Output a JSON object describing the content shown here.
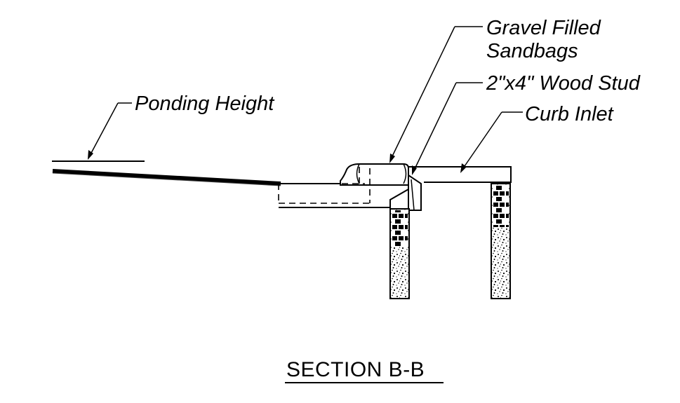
{
  "labels": {
    "ponding_height": "Ponding Height",
    "gravel_line1": "Gravel Filled",
    "gravel_line2": "Sandbags",
    "wood_stud": "2\"x4\" Wood Stud",
    "curb_inlet": "Curb Inlet"
  },
  "section_title": "SECTION B-B"
}
